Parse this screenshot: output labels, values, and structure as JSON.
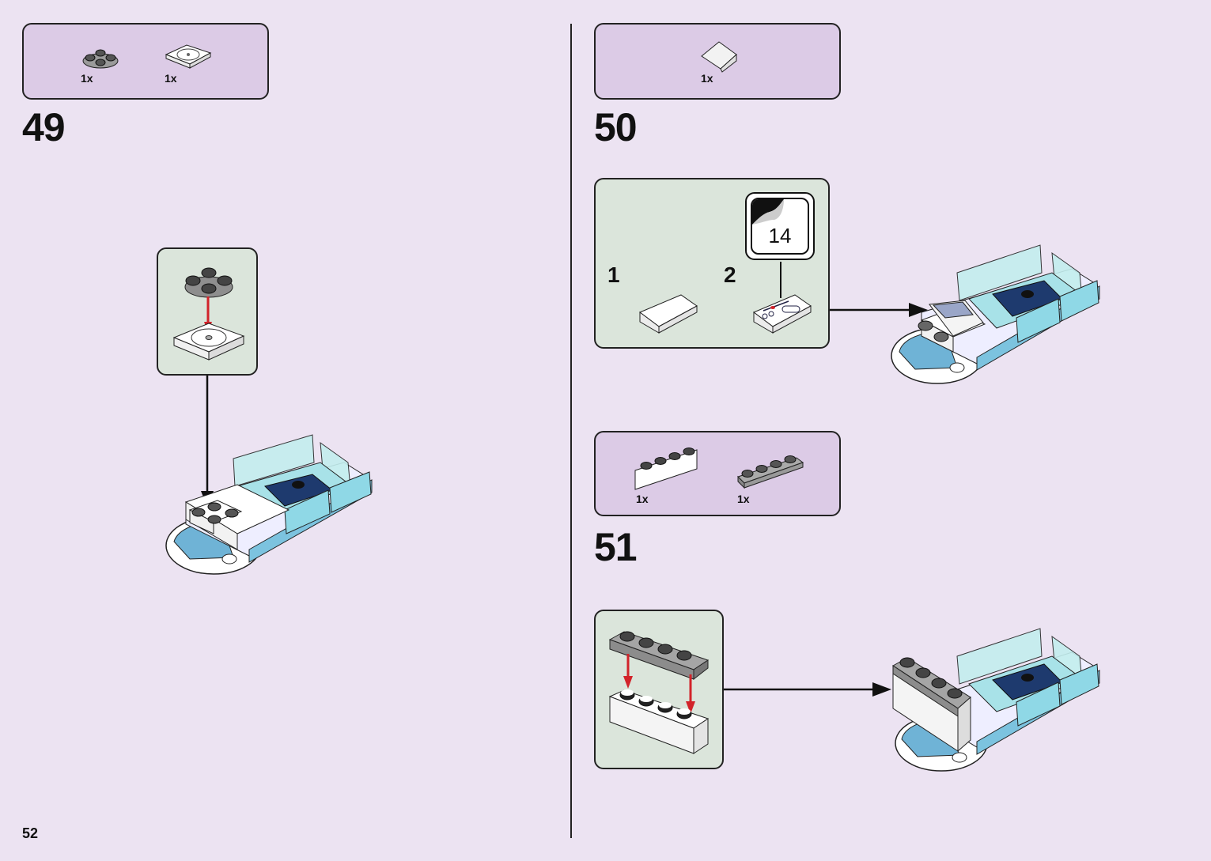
{
  "page": {
    "number": "52"
  },
  "steps": [
    {
      "number": "49",
      "parts": [
        {
          "name": "dark-gray round plate 2x2",
          "qty": "1x"
        },
        {
          "name": "white turntable base 2x2",
          "qty": "1x"
        }
      ]
    },
    {
      "number": "50",
      "parts": [
        {
          "name": "white slope 2x1",
          "qty": "1x"
        }
      ],
      "substeps": [
        {
          "number": "1"
        },
        {
          "number": "2",
          "sticker_number": "14"
        }
      ]
    },
    {
      "number": "51",
      "parts": [
        {
          "name": "white brick 1x4",
          "qty": "1x"
        },
        {
          "name": "gray plate 1x4",
          "qty": "1x"
        }
      ]
    }
  ],
  "colors": {
    "page_bg": "#ece3f2",
    "parts_box": "#dccbe6",
    "subassembly_box": "#dbe5db",
    "insert_arrow": "#d2232a",
    "trans_light_blue": "#b9ecea",
    "dark_blue": "#1e3a6e",
    "medium_blue": "#6fb3d6"
  }
}
